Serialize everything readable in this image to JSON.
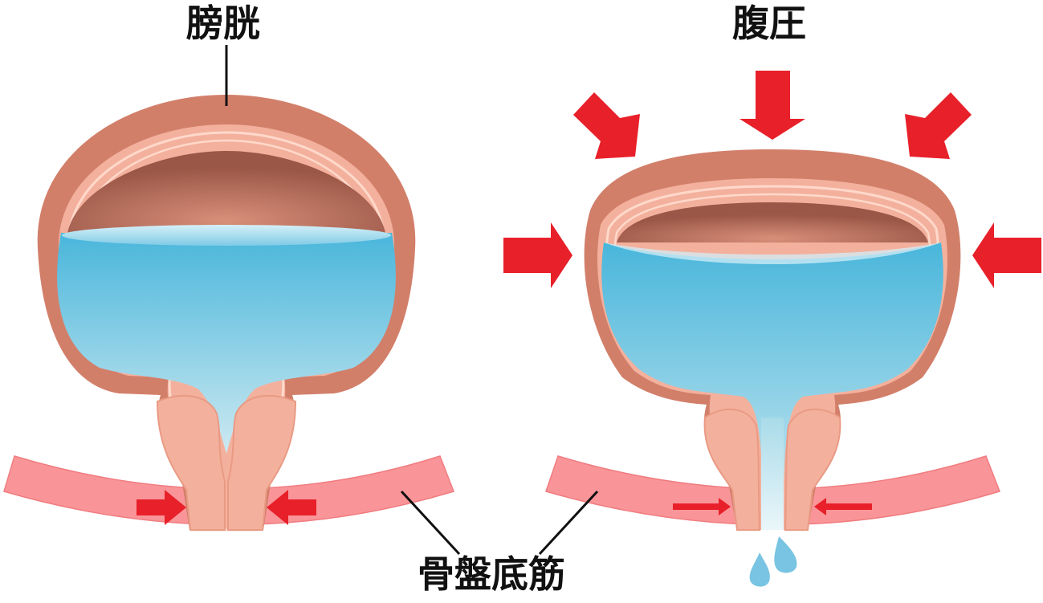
{
  "labels": {
    "bladder": "膀胱",
    "abdominal_pressure": "腹圧",
    "pelvic_floor_muscle": "骨盤底筋"
  },
  "colors": {
    "muscle_band": "#f99598",
    "muscle_band_edge": "#f07c80",
    "bladder_outer": "#d27f6a",
    "bladder_rim": "#f0b09a",
    "bladder_inner_dark": "#9f5a49",
    "urine_top": "#4fb8dc",
    "urine_bottom": "#c8e9f1",
    "urethra": "#f3b19d",
    "arrow_red": "#e8202a",
    "droplet": "#78c4e2",
    "text": "#111111"
  },
  "icons": {
    "pressure_arrows": "arrow-icon",
    "droplets": "water-drop-icon"
  }
}
